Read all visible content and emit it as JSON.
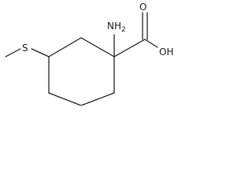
{
  "molecule": {
    "atoms": {
      "sulfur": "S",
      "amino": "NH2",
      "amino_main": "NH",
      "amino_sub": "2",
      "carbonyl_oxygen": "O",
      "hydroxyl": "OH"
    }
  }
}
